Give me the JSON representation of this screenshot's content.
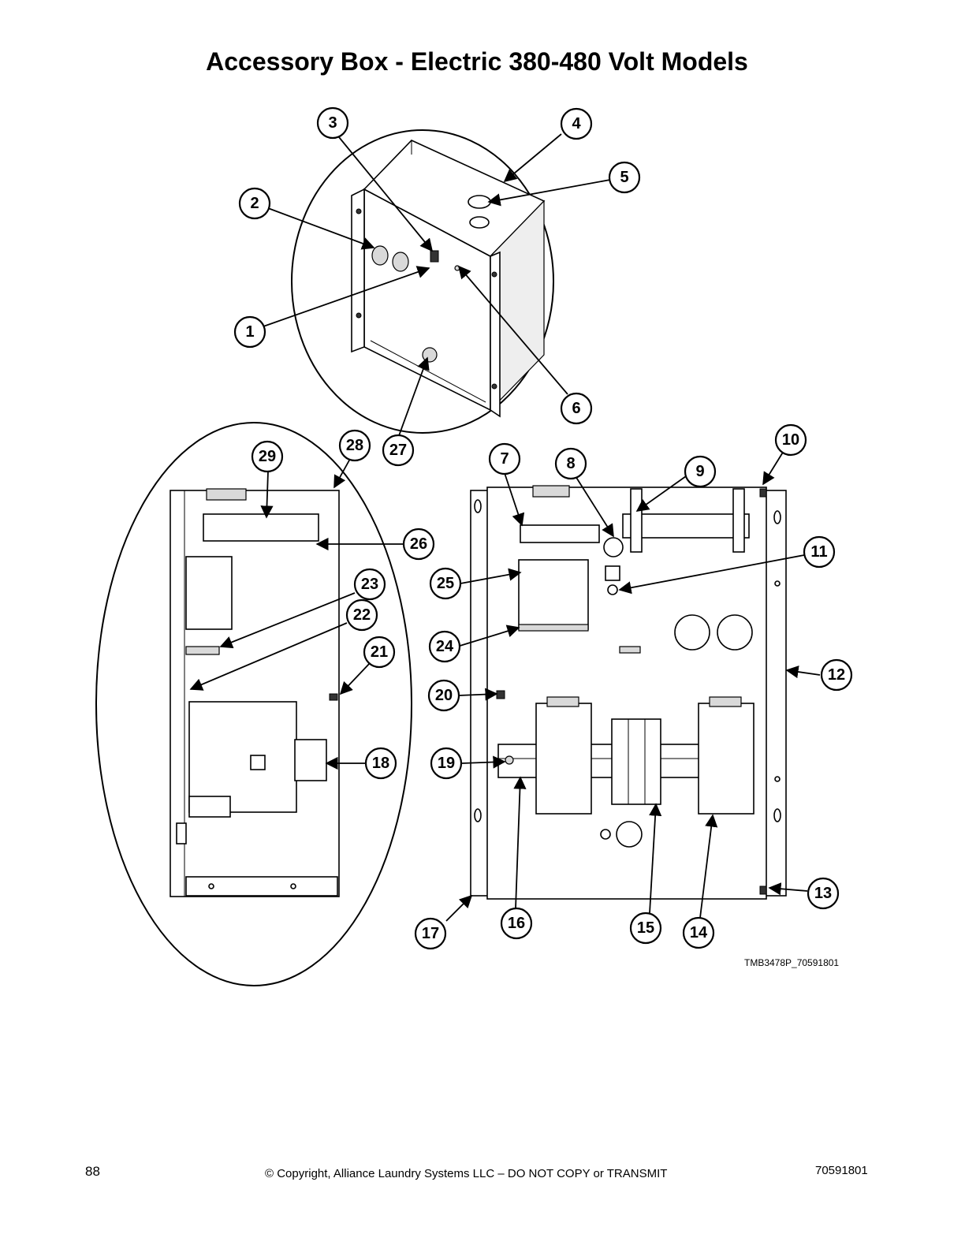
{
  "title": "Accessory Box - Electric 380-480 Volt Models",
  "figure_id": "TMB3478P_70591801",
  "footer": {
    "page_number": "88",
    "copyright": "© Copyright, Alliance Laundry Systems LLC – DO NOT COPY or TRANSMIT",
    "document_number": "70591801"
  },
  "callouts": [
    "1",
    "2",
    "3",
    "4",
    "5",
    "6",
    "7",
    "8",
    "9",
    "10",
    "11",
    "12",
    "13",
    "14",
    "15",
    "16",
    "17",
    "18",
    "19",
    "20",
    "21",
    "22",
    "23",
    "24",
    "25",
    "26",
    "27",
    "28",
    "29"
  ]
}
